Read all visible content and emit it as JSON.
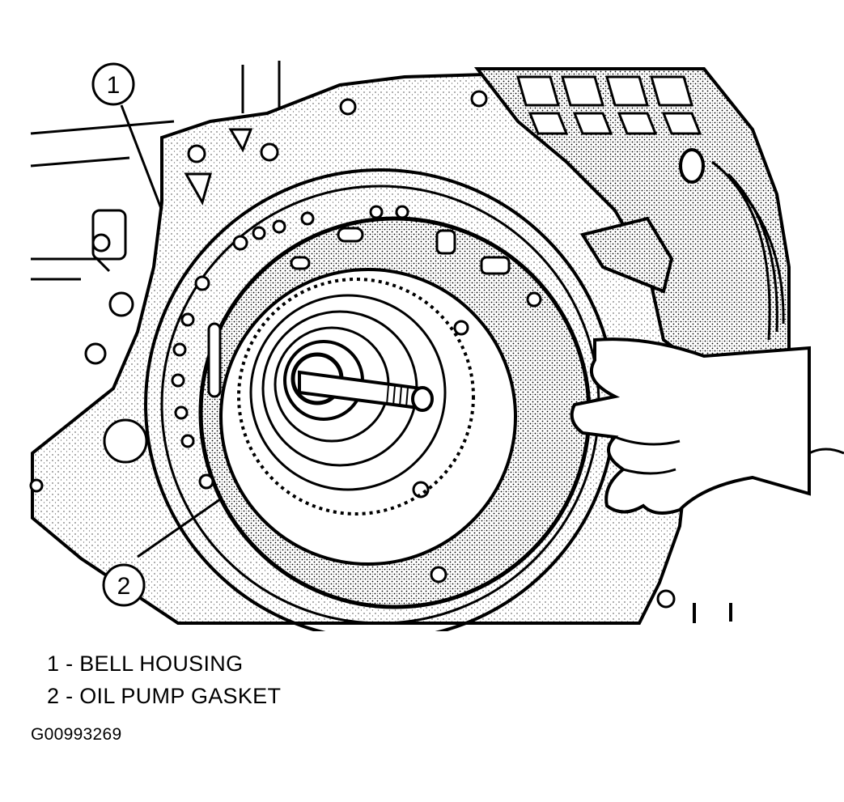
{
  "callouts": [
    {
      "number": "1"
    },
    {
      "number": "2"
    }
  ],
  "legend": [
    {
      "text": "1 - BELL HOUSING"
    },
    {
      "text": "2 - OIL PUMP GASKET"
    }
  ],
  "figure_id": "G00993269"
}
